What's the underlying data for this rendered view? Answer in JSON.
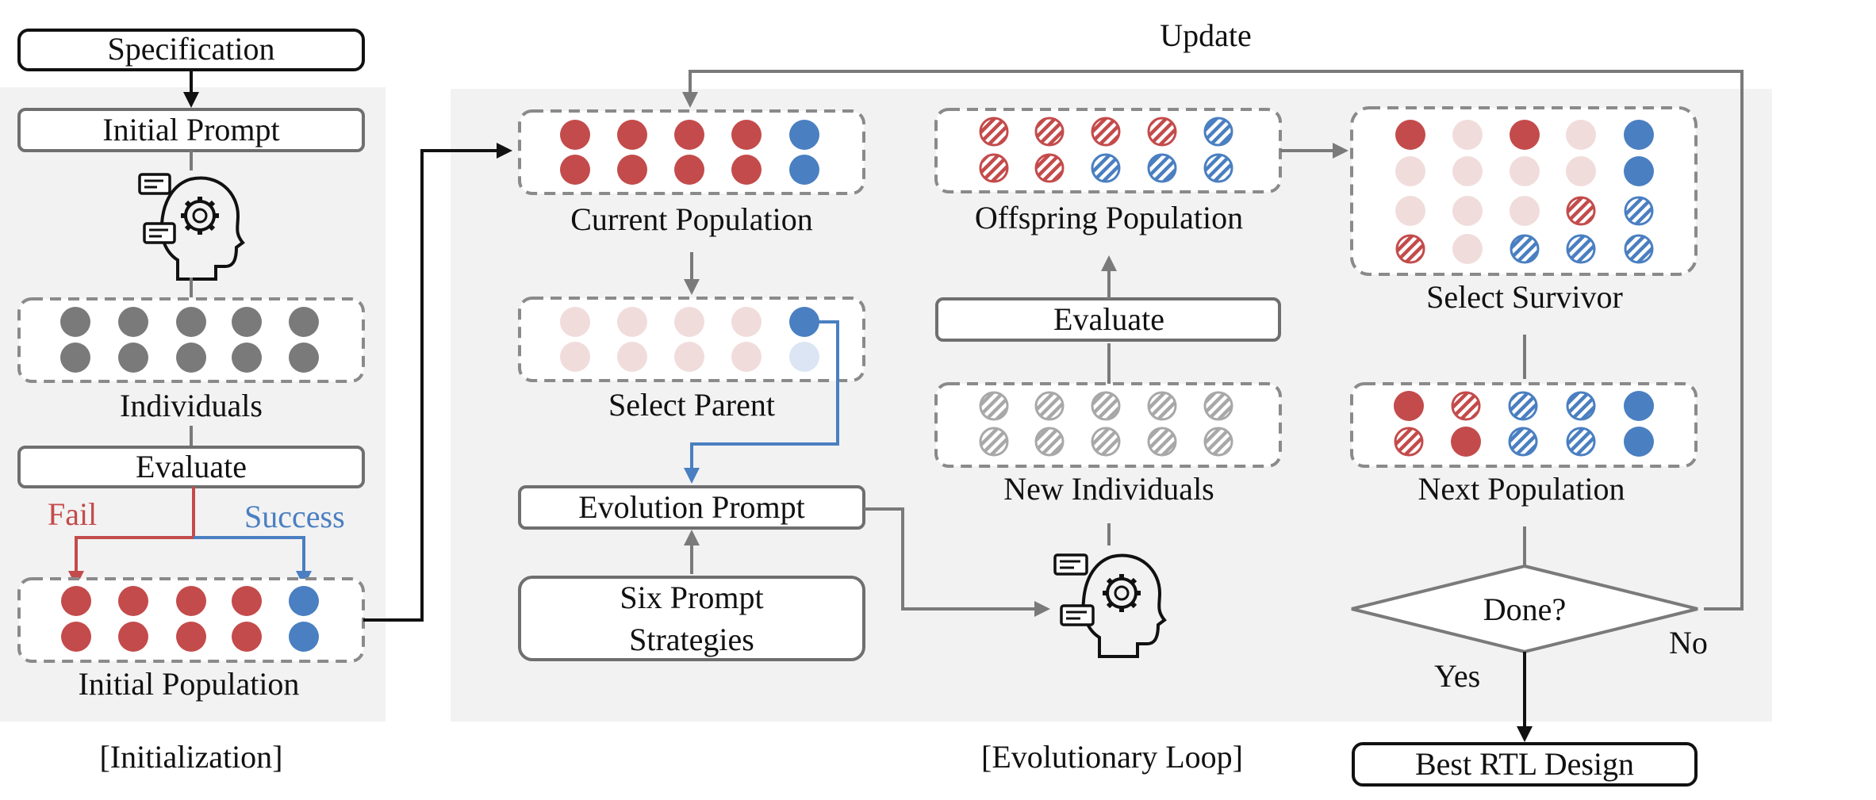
{
  "labels": {
    "specification": "Specification",
    "initial_prompt": "Initial Prompt",
    "individuals": "Individuals",
    "evaluate_init": "Evaluate",
    "fail": "Fail",
    "success": "Success",
    "initial_population": "Initial Population",
    "initialization": "[Initialization]",
    "update": "Update",
    "current_population": "Current Population",
    "select_parent": "Select Parent",
    "evolution_prompt": "Evolution Prompt",
    "six_prompt_strategies_line1": "Six Prompt",
    "six_prompt_strategies_line2": "Strategies",
    "offspring_population": "Offspring Population",
    "evaluate_loop": "Evaluate",
    "new_individuals": "New Individuals",
    "select_survivor": "Select Survivor",
    "next_population": "Next Population",
    "done": "Done?",
    "no": "No",
    "yes": "Yes",
    "best_rtl_design": "Best RTL Design",
    "evolutionary_loop": "[Evolutionary Loop]"
  },
  "colors": {
    "red": "#c44b4b",
    "blue": "#4a7fc1",
    "gray": "#7a7a7a",
    "light_red": "#f1dcdc",
    "light_blue": "#dbe5f3",
    "fail_text": "#c44b4b",
    "success_text": "#4a7fc1",
    "panel": "#f2f2f2"
  }
}
